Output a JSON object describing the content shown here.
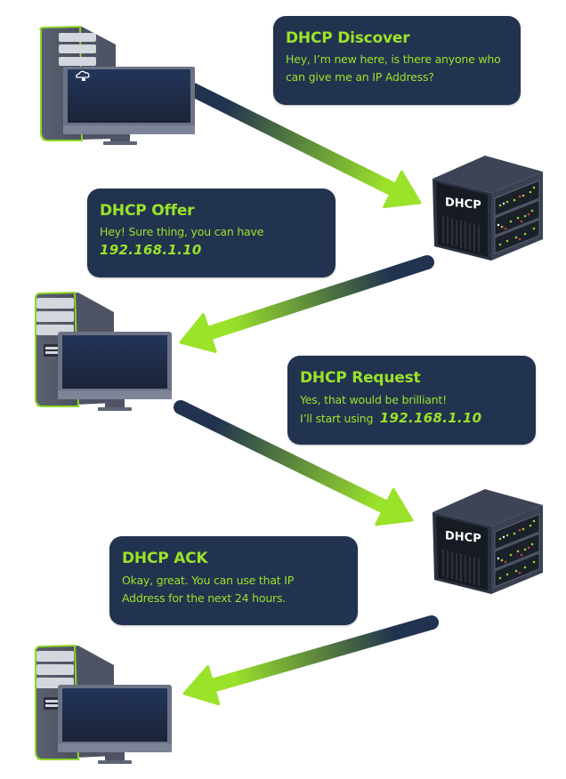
{
  "diagram": {
    "title": "DHCP DORA process",
    "colors": {
      "bubble_bg": "#22334f",
      "accent_green": "#9be22a",
      "arrow_start": "#22334f",
      "arrow_end": "#9be22a"
    },
    "steps": [
      {
        "title": "DHCP Discover",
        "lines": [
          "Hey, I’m new here, is there anyone who",
          "can give me an IP Address?"
        ],
        "direction": "client-to-server"
      },
      {
        "title": "DHCP Offer",
        "lines": [
          "Hey! Sure thing, you can have"
        ],
        "ip": "192.168.1.10",
        "direction": "server-to-client"
      },
      {
        "title": "DHCP Request",
        "lines": [
          "Yes, that would be brilliant!",
          "I’ll start using"
        ],
        "ip": "192.168.1.10",
        "direction": "client-to-server"
      },
      {
        "title": "DHCP ACK",
        "lines": [
          "Okay, great. You can use that IP",
          "Address for the next 24 hours."
        ],
        "direction": "server-to-client"
      }
    ],
    "server_label": "DHCP",
    "icons": {
      "client": "desktop-computer-icon",
      "server": "dhcp-server-icon",
      "cloud": "cloud-network-icon"
    }
  }
}
